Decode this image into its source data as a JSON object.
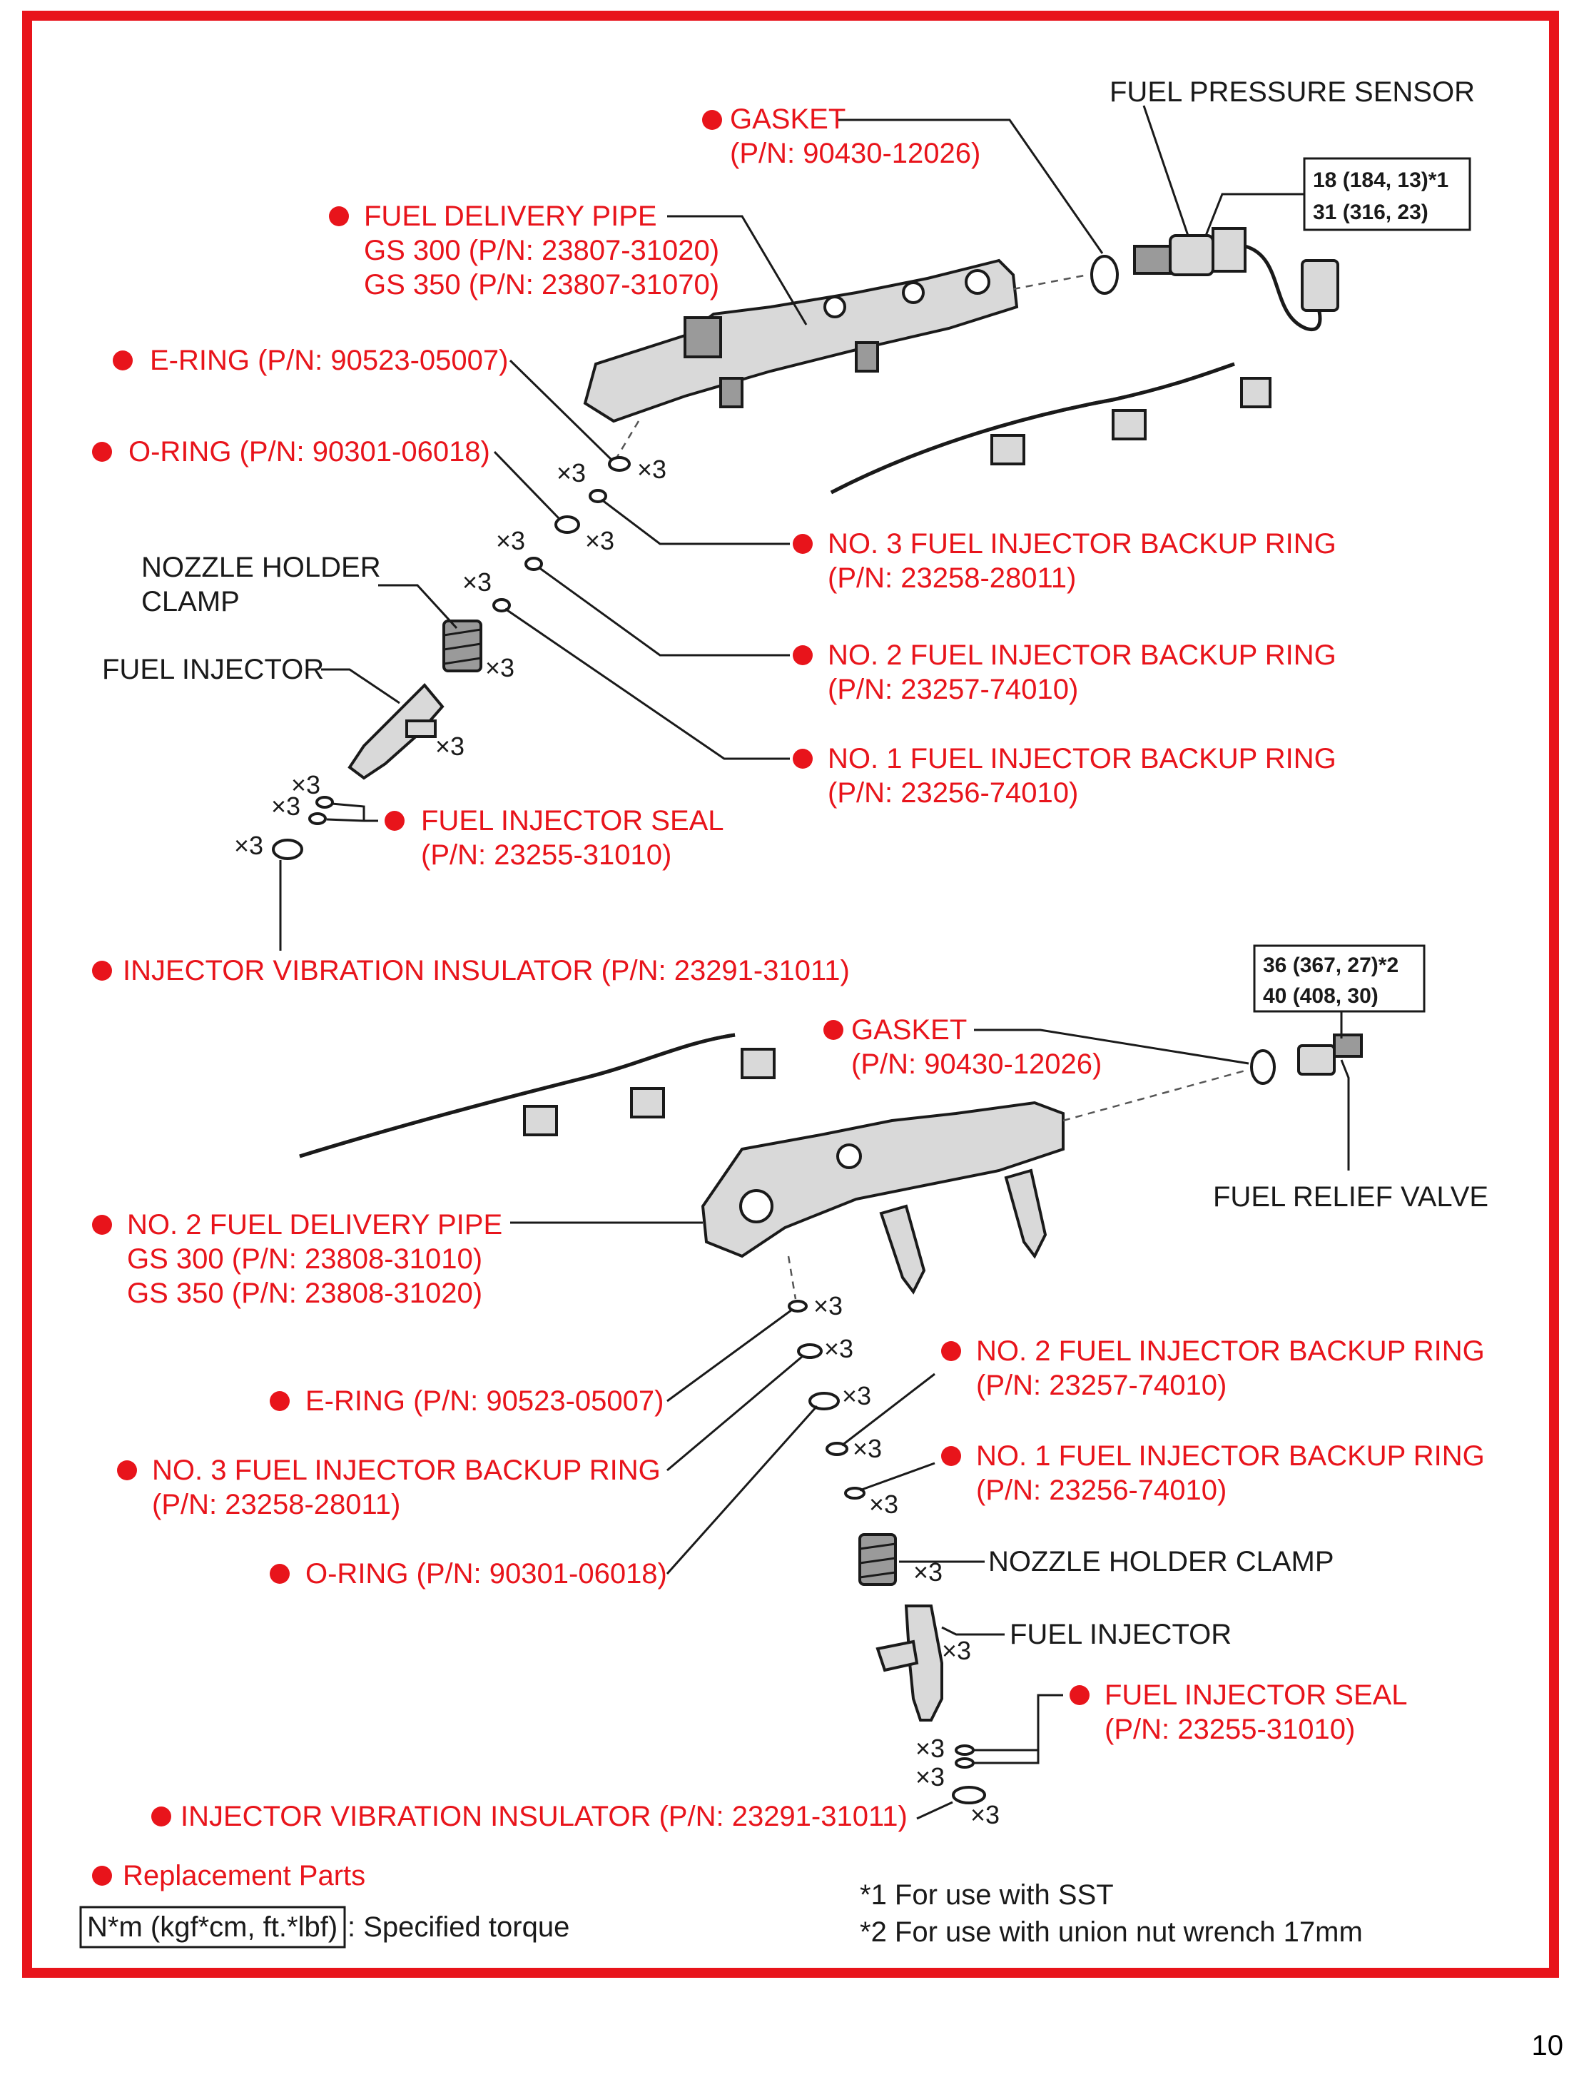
{
  "top": {
    "gasket": "GASKET",
    "gasket_pn": "(P/N: 90430-12026)",
    "fuel_pressure_sensor": "FUEL PRESSURE SENSOR",
    "torque_line1": "18 (184, 13)*1",
    "torque_line2": "31 (316, 23)",
    "fuel_delivery_pipe": "FUEL DELIVERY PIPE",
    "fdp_gs300": "GS 300 (P/N: 23807-31020)",
    "fdp_gs350": "GS 350 (P/N: 23807-31070)",
    "e_ring": "E-RING (P/N: 90523-05007)",
    "o_ring": "O-RING (P/N: 90301-06018)",
    "no3_backup": "NO. 3 FUEL INJECTOR BACKUP RING",
    "no3_backup_pn": "(P/N: 23258-28011)",
    "no2_backup": "NO. 2 FUEL INJECTOR BACKUP RING",
    "no2_backup_pn": "(P/N: 23257-74010)",
    "no1_backup": "NO. 1 FUEL INJECTOR BACKUP RING",
    "no1_backup_pn": "(P/N: 23256-74010)",
    "nozzle_clamp_1": "NOZZLE HOLDER",
    "nozzle_clamp_2": "CLAMP",
    "fuel_injector": "FUEL INJECTOR",
    "fuel_injector_seal": "FUEL INJECTOR SEAL",
    "fuel_injector_seal_pn": "(P/N: 23255-31010)",
    "insulator": "INJECTOR VIBRATION INSULATOR (P/N: 23291-31011)"
  },
  "bottom": {
    "torque_line1": "36 (367, 27)*2",
    "torque_line2": "40 (408, 30)",
    "gasket": "GASKET",
    "gasket_pn": "(P/N: 90430-12026)",
    "fuel_relief_valve": "FUEL RELIEF VALVE",
    "no2_fdp": "NO. 2 FUEL DELIVERY PIPE",
    "no2_fdp_gs300": "GS 300 (P/N: 23808-31010)",
    "no2_fdp_gs350": "GS 350 (P/N: 23808-31020)",
    "no2_backup": "NO. 2 FUEL INJECTOR BACKUP RING",
    "no2_backup_pn": "(P/N: 23257-74010)",
    "e_ring": "E-RING (P/N: 90523-05007)",
    "no1_backup": "NO. 1 FUEL INJECTOR BACKUP RING",
    "no1_backup_pn": "(P/N: 23256-74010)",
    "no3_backup": "NO. 3 FUEL INJECTOR BACKUP RING",
    "no3_backup_pn": "(P/N: 23258-28011)",
    "o_ring": "O-RING (P/N: 90301-06018)",
    "nozzle_clamp": "NOZZLE HOLDER CLAMP",
    "fuel_injector": "FUEL INJECTOR",
    "fuel_injector_seal": "FUEL INJECTOR SEAL",
    "fuel_injector_seal_pn": "(P/N: 23255-31010)",
    "insulator": "INJECTOR VIBRATION INSULATOR (P/N: 23291-31011)"
  },
  "quantity_mark": "×3",
  "legend": {
    "replacement": "Replacement Parts",
    "torque_box": "N*m (kgf*cm, ft.*lbf)",
    "torque_desc": ": Specified torque",
    "note1": "*1 For use with SST",
    "note2": "*2 For use with union nut wrench 17mm"
  },
  "page_number": "10",
  "colors": {
    "border": "#e8141b",
    "replacement_marker": "#e8141b",
    "text": "#1a1a1a"
  }
}
